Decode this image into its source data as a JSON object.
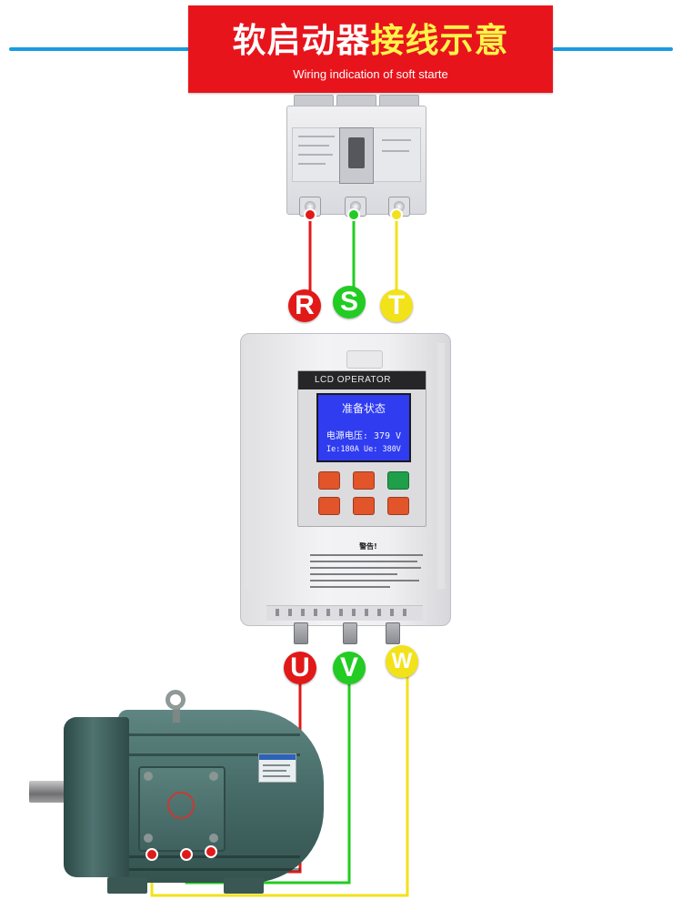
{
  "header": {
    "title_part1": "软启动器",
    "title_part2": "接线示意",
    "subtitle": "Wiring indication of soft starte"
  },
  "colors": {
    "banner": "#e8141c",
    "title_highlight": "#fff34a",
    "rule": "#1a9be0",
    "phase_red": "#e11919",
    "phase_green": "#22cc22",
    "phase_yellow": "#f2e21a",
    "lcd_screen": "#2f3cf0"
  },
  "input_phases": [
    {
      "label": "R",
      "color": "red"
    },
    {
      "label": "S",
      "color": "green"
    },
    {
      "label": "T",
      "color": "yellow"
    }
  ],
  "output_phases": [
    {
      "label": "U",
      "color": "red"
    },
    {
      "label": "V",
      "color": "green"
    },
    {
      "label": "W",
      "color": "yellow"
    }
  ],
  "soft_starter": {
    "operator_label": "LCD OPERATOR",
    "screen": {
      "status": "准备状态",
      "voltage_line": "电源电压:  379 V",
      "current_line": "Ie:180A Ue: 380V"
    },
    "warning_title": "警告!"
  },
  "icons": {
    "breaker": "circuit-breaker-icon",
    "soft_starter": "soft-starter-icon",
    "motor": "electric-motor-icon"
  }
}
